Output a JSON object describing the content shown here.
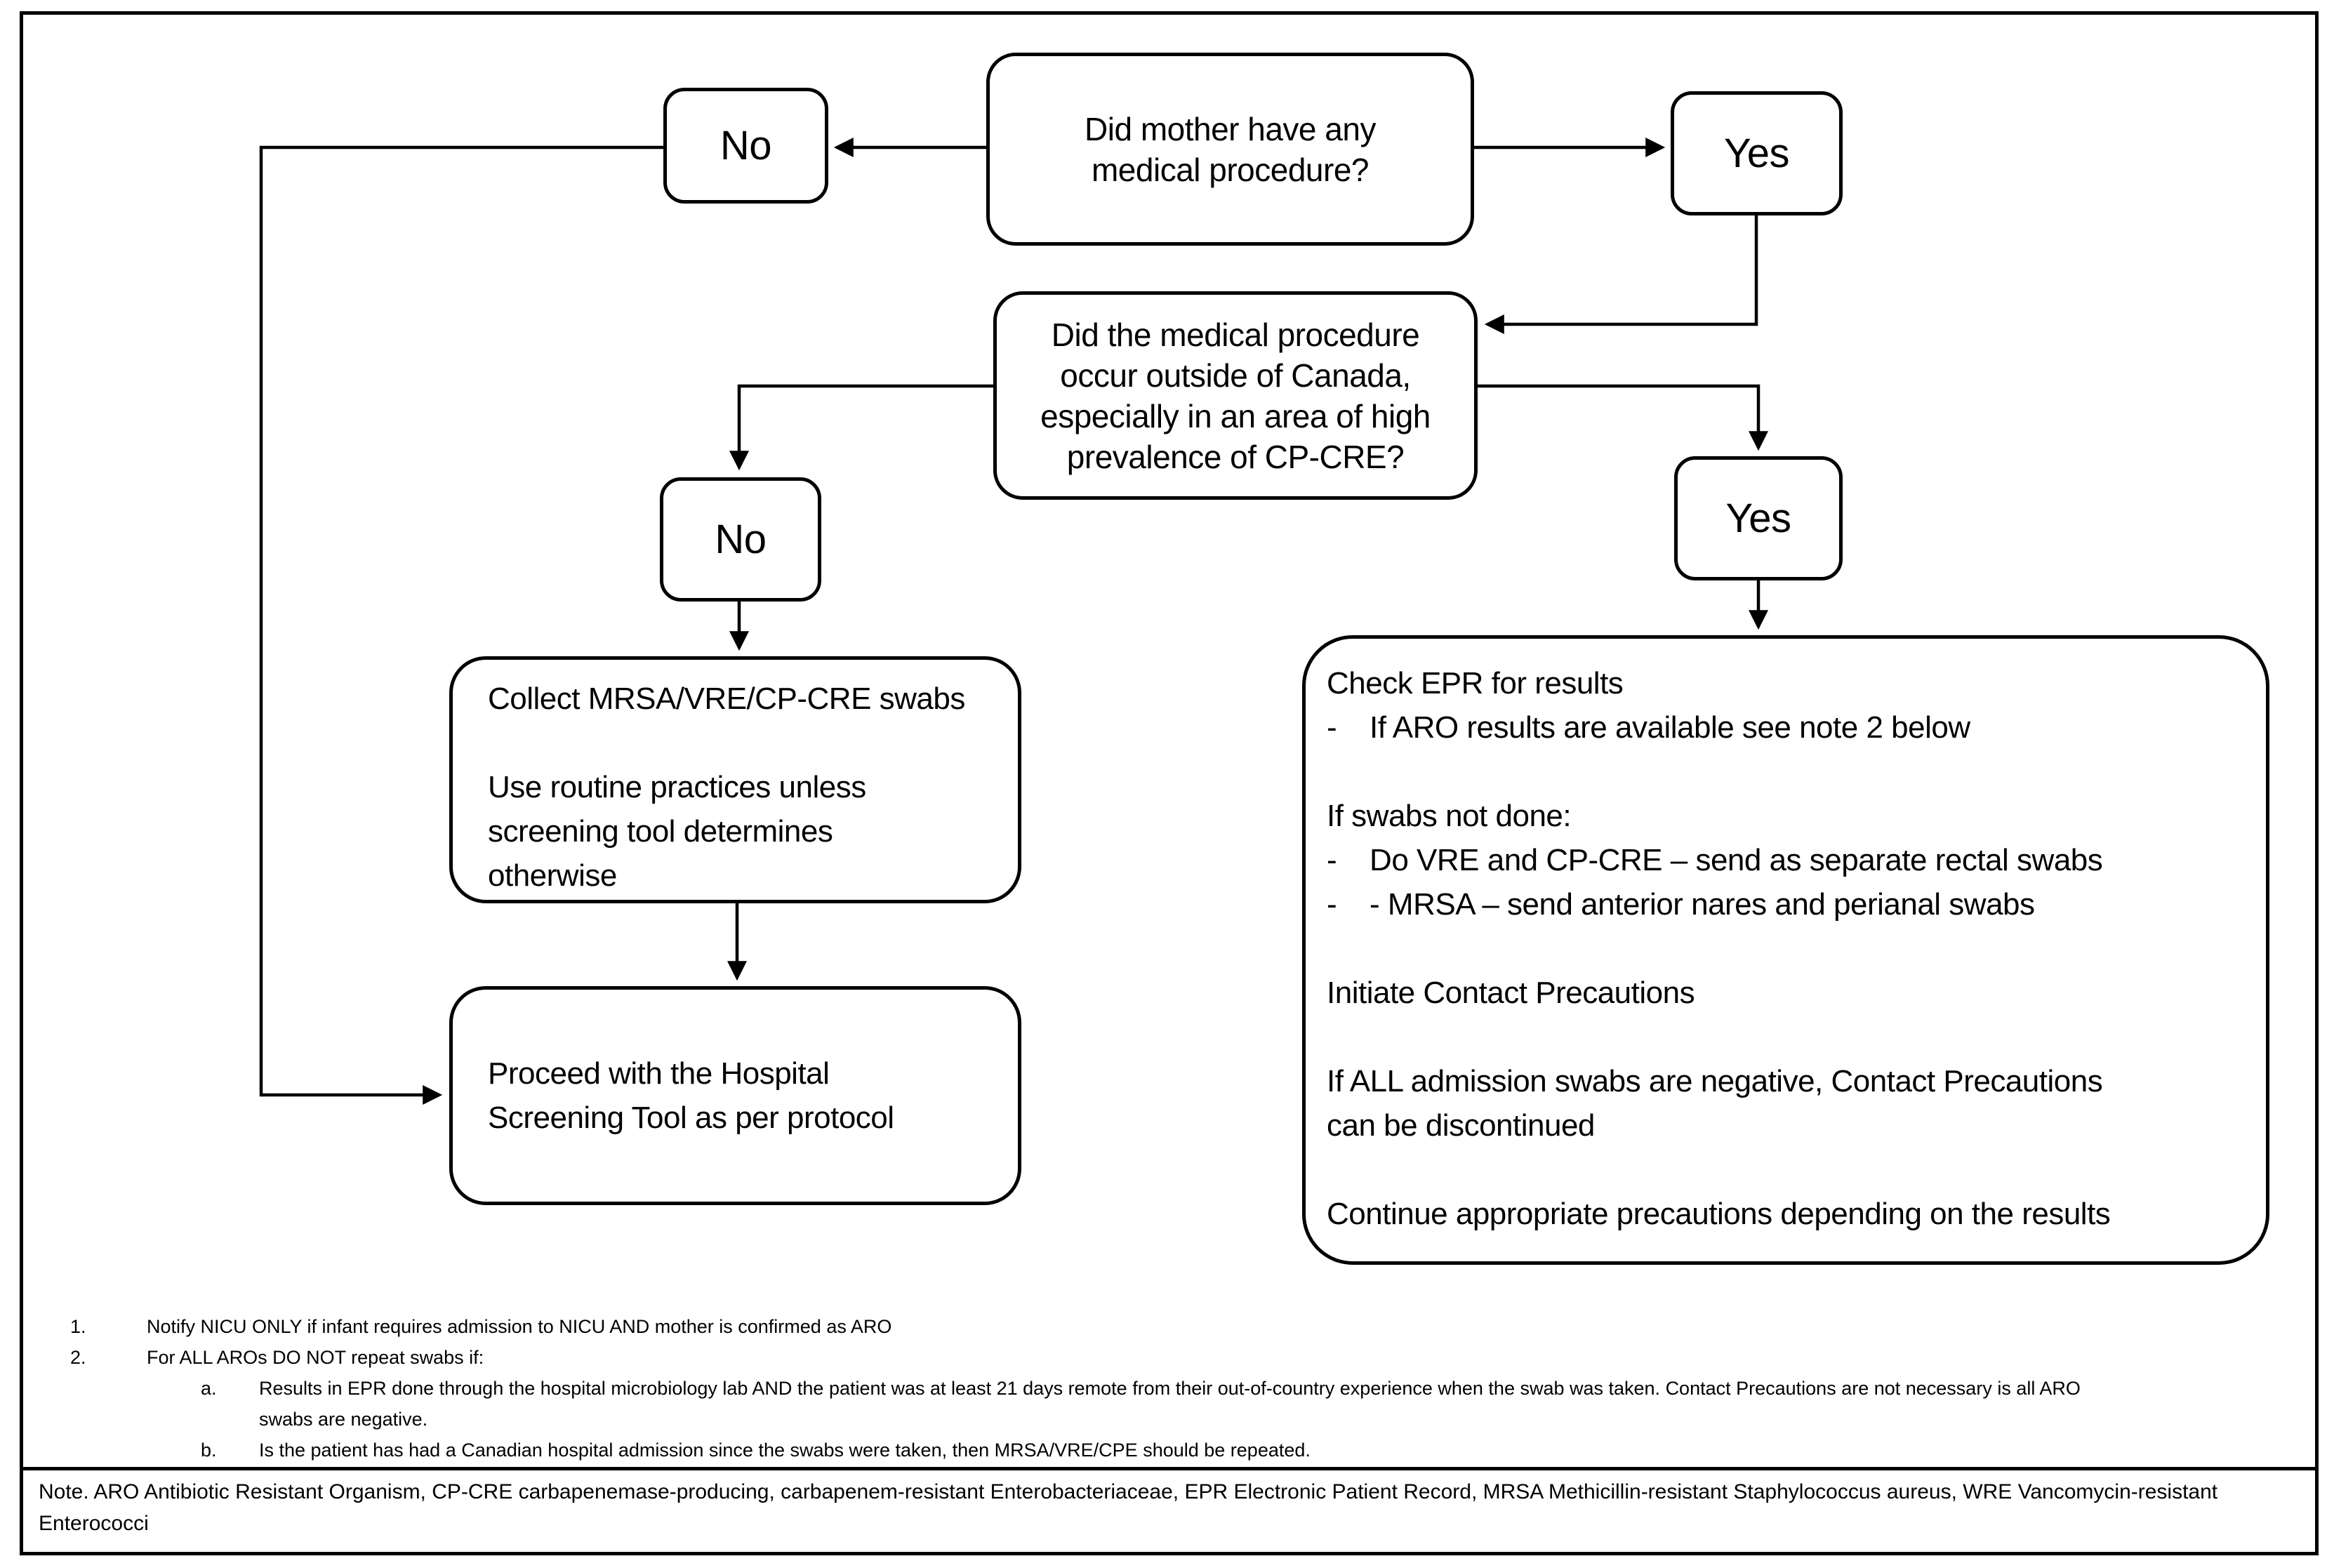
{
  "colors": {
    "stroke": "#000000",
    "background": "#ffffff"
  },
  "flowchart": {
    "q1": {
      "lines": [
        "Did mother have any",
        "medical procedure?"
      ]
    },
    "no1": {
      "label": "No"
    },
    "yes1": {
      "label": "Yes"
    },
    "q2": {
      "lines": [
        "Did the medical procedure",
        "occur outside of Canada,",
        "especially in an area of high",
        "prevalence of CP-CRE?"
      ]
    },
    "no2": {
      "label": "No"
    },
    "yes2": {
      "label": "Yes"
    },
    "collect": {
      "para1": [
        "Collect MRSA/VRE/CP-CRE swabs"
      ],
      "para2": [
        "Use routine practices unless",
        "screening tool determines",
        "otherwise"
      ]
    },
    "proceed": {
      "lines": [
        "Proceed with the Hospital",
        "Screening Tool as per protocol"
      ]
    },
    "check": {
      "groups": [
        [
          "Check EPR for results",
          "-    If ARO results are available see note 2 below"
        ],
        [
          "If swabs not done:",
          "-    Do VRE and CP-CRE – send as separate rectal swabs",
          "-    - MRSA – send anterior nares and perianal swabs"
        ],
        [
          "Initiate Contact Precautions"
        ],
        [
          "If ALL admission swabs are negative, Contact Precautions",
          "can be discontinued"
        ],
        [
          "Continue appropriate precautions depending on the results"
        ]
      ]
    }
  },
  "notes": {
    "items": [
      {
        "num": "1.",
        "text": "Notify NICU ONLY if infant requires admission to NICU AND mother is confirmed as ARO"
      },
      {
        "num": "2.",
        "text": "For ALL AROs DO NOT repeat swabs if:",
        "subitems": [
          {
            "num": "a.",
            "text": "Results in EPR done through the hospital microbiology lab AND the patient was at least 21 days remote from their out-of-country experience when the swab was taken. Contact Precautions are not necessary is all ARO swabs are negative."
          },
          {
            "num": "b.",
            "text": "Is the patient has had a Canadian hospital admission since the swabs were taken, then MRSA/VRE/CPE should be repeated."
          }
        ]
      }
    ]
  },
  "footer": {
    "note": "Note. ARO Antibiotic Resistant Organism, CP-CRE carbapenemase-producing, carbapenem-resistant Enterobacteriaceae, EPR Electronic Patient Record, MRSA Methicillin-resistant Staphylococcus aureus, WRE Vancomycin-resistant Enterococci"
  }
}
